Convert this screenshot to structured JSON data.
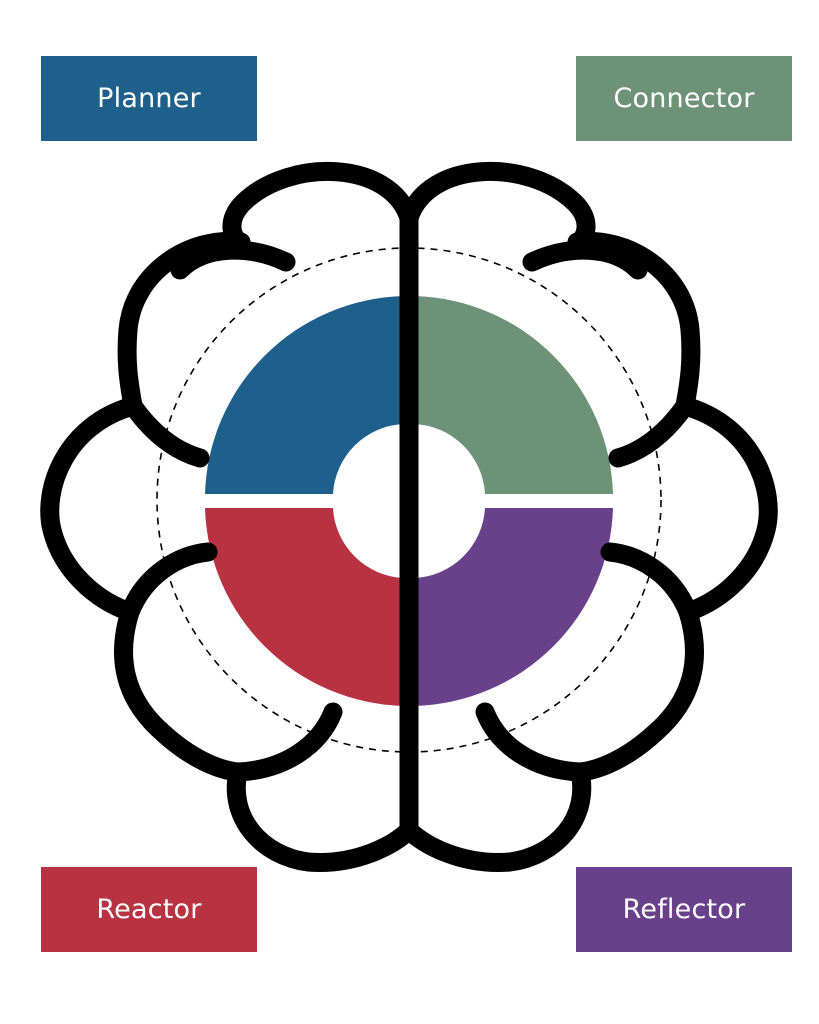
{
  "labels": {
    "planner": {
      "text": "Planner",
      "color": "#1f5f8b"
    },
    "connector": {
      "text": "Connector",
      "color": "#6d9277"
    },
    "reactor": {
      "text": "Reactor",
      "color": "#b83242"
    },
    "reflector": {
      "text": "Reflector",
      "color": "#69418b"
    }
  },
  "quadrants": {
    "planner_color": "#1f5f8b",
    "connector_color": "#6d9277",
    "reactor_color": "#b83242",
    "reflector_color": "#69418b"
  },
  "outline_color": "#000000",
  "icons": {
    "brain": "brain-outline-icon"
  }
}
